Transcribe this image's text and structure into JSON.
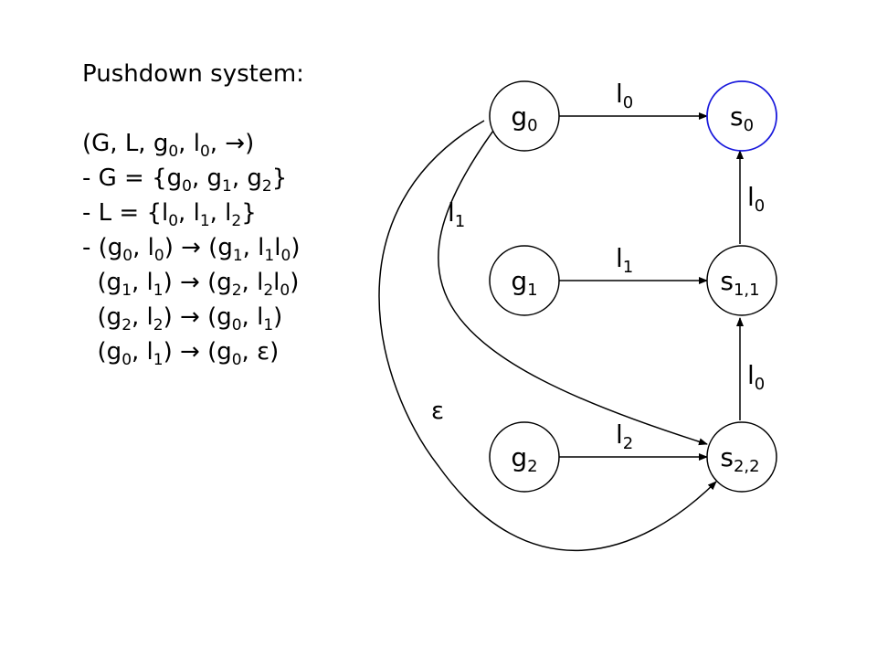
{
  "title": "Pushdown system:",
  "lines": [
    [
      {
        "t": "(G, L, g"
      },
      {
        "s": "0"
      },
      {
        "t": ", l"
      },
      {
        "s": "0"
      },
      {
        "t": ", →)"
      }
    ],
    [
      {
        "t": "- G = {g"
      },
      {
        "s": "0"
      },
      {
        "t": ", g"
      },
      {
        "s": "1"
      },
      {
        "t": ", g"
      },
      {
        "s": "2"
      },
      {
        "t": "}"
      }
    ],
    [
      {
        "t": "- L = {l"
      },
      {
        "s": "0"
      },
      {
        "t": ", l"
      },
      {
        "s": "1"
      },
      {
        "t": ", l"
      },
      {
        "s": "2"
      },
      {
        "t": "}"
      }
    ],
    [
      {
        "t": "- (g"
      },
      {
        "s": "0"
      },
      {
        "t": ", l"
      },
      {
        "s": "0"
      },
      {
        "t": ") → (g"
      },
      {
        "s": "1"
      },
      {
        "t": ", l"
      },
      {
        "s": "1"
      },
      {
        "t": "l"
      },
      {
        "s": "0"
      },
      {
        "t": ")"
      }
    ],
    [
      {
        "t": "  (g"
      },
      {
        "s": "1"
      },
      {
        "t": ", l"
      },
      {
        "s": "1"
      },
      {
        "t": ") → (g"
      },
      {
        "s": "2"
      },
      {
        "t": ", l"
      },
      {
        "s": "2"
      },
      {
        "t": "l"
      },
      {
        "s": "0"
      },
      {
        "t": ")"
      }
    ],
    [
      {
        "t": "  (g"
      },
      {
        "s": "2"
      },
      {
        "t": ", l"
      },
      {
        "s": "2"
      },
      {
        "t": ") → (g"
      },
      {
        "s": "0"
      },
      {
        "t": ", l"
      },
      {
        "s": "1"
      },
      {
        "t": ")"
      }
    ],
    [
      {
        "t": "  (g"
      },
      {
        "s": "0"
      },
      {
        "t": ", l"
      },
      {
        "s": "1"
      },
      {
        "t": ") → (g"
      },
      {
        "s": "0"
      },
      {
        "t": ", ε)"
      }
    ]
  ],
  "nodes": {
    "g0": {
      "base": "g",
      "sub": "0"
    },
    "g1": {
      "base": "g",
      "sub": "1"
    },
    "g2": {
      "base": "g",
      "sub": "2"
    },
    "s0": {
      "base": "s",
      "sub": "0"
    },
    "s11": {
      "base": "s",
      "sub": "1,1"
    },
    "s22": {
      "base": "s",
      "sub": "2,2"
    }
  },
  "edge_labels": {
    "g0_s0": {
      "base": "l",
      "sub": "0"
    },
    "g1_s11": {
      "base": "l",
      "sub": "1"
    },
    "g2_s22": {
      "base": "l",
      "sub": "2"
    },
    "s11_s0": {
      "base": "l",
      "sub": "0"
    },
    "s22_s11": {
      "base": "l",
      "sub": "0"
    },
    "g0_s22": {
      "base": "l",
      "sub": "1"
    },
    "g0_eps": {
      "base": "ε",
      "sub": ""
    }
  },
  "colors": {
    "accepting_node_stroke": "#1a1adc",
    "stroke": "#000000"
  }
}
